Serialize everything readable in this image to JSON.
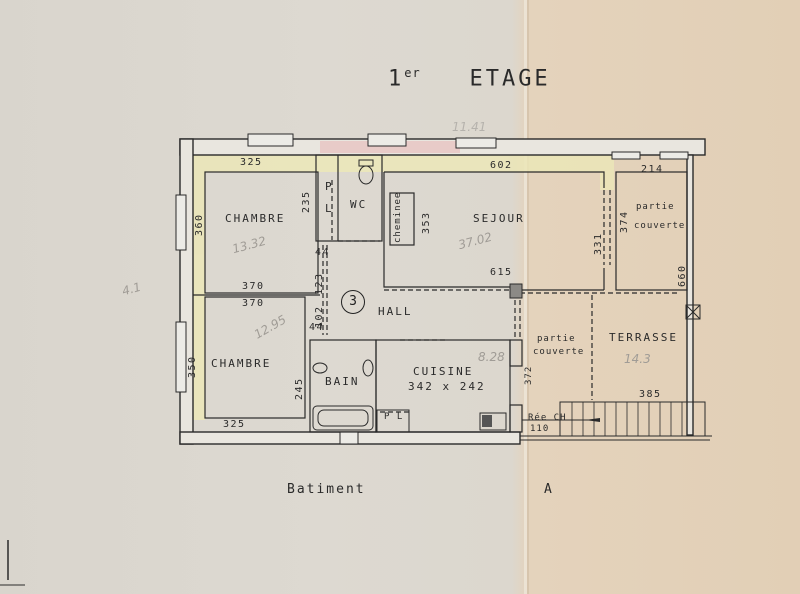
{
  "title": {
    "ordinal": "1",
    "superscript": "er",
    "word": "ETAGE"
  },
  "pencil_notes": {
    "top_total": "11.41",
    "chambre_1_area": "13.32",
    "chambre_2_area": "12.95",
    "sejour_area": "37.02",
    "cuisine_area": "8.28",
    "terrasse_area": "14.3",
    "margin_note": "4.1"
  },
  "apartment_number": "3",
  "rooms": {
    "chambre_1": "CHAMBRE",
    "chambre_2": "CHAMBRE",
    "placard_p": "P",
    "placard_l": "L",
    "wc": "WC",
    "cheminee": "cheminee",
    "sejour": "SEJOUR",
    "hall": "HALL",
    "bain": "BAIN",
    "cuisine": "CUISINE",
    "cuisine_dims": "342 x 242",
    "placard2": "P L",
    "partie_couverte_1_a": "partie",
    "partie_couverte_1_b": "couverte",
    "partie_couverte_2_a": "partie",
    "partie_couverte_2_b": "couverte",
    "terrasse": "TERRASSE",
    "rdc_label": "Rée CH",
    "rdc_value": "110"
  },
  "dimensions": {
    "chambre1_width": "325",
    "chambre1_height": "360",
    "placard_height": "235",
    "hall_44_top": "44",
    "hall_123": "123",
    "hall_102": "102",
    "hall_44_bottom": "44",
    "chambre1_bottom": "370",
    "chambre2_top": "370",
    "chambre2_height": "350",
    "chambre2_bottom": "325",
    "bain_height": "245",
    "sejour_top": "602",
    "sejour_height": "353",
    "sejour_bottom": "615",
    "sejour_right": "331",
    "couverte_width": "214",
    "couverte_height": "374",
    "terrasse_total_height": "660",
    "terrasse_width": "385",
    "kitchen_side": "372"
  },
  "footer": {
    "building_label": "Batiment",
    "building_letter": "A"
  },
  "colors": {
    "paper": "#dcd7ce",
    "paper_right": "#e2cfb6",
    "wall_fill": "#e9e6df",
    "highlight": "#ece7b8",
    "line": "#2a2a2a",
    "pink": "#e8b9b9"
  }
}
